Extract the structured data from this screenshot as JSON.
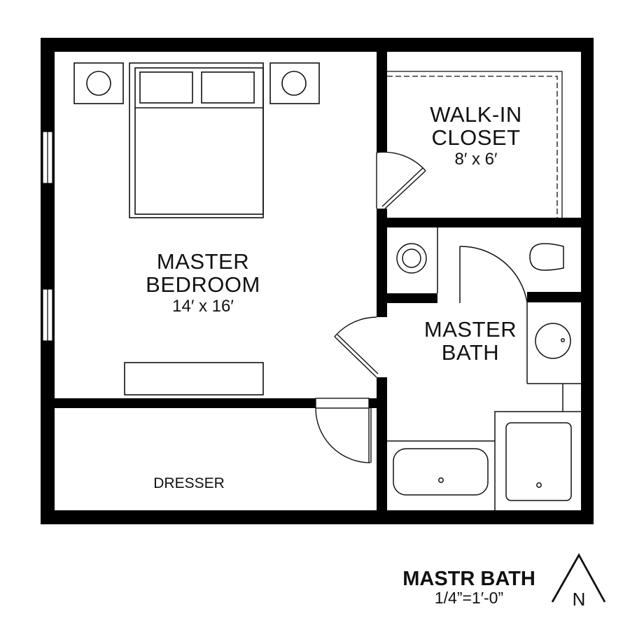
{
  "plan": {
    "wall_color": "#000000",
    "line_color": "#111111",
    "background": "#ffffff"
  },
  "rooms": {
    "master_bedroom": {
      "name_line1": "MASTER",
      "name_line2": "BEDROOM",
      "dimensions": "14′ x 16′"
    },
    "walk_in_closet": {
      "name_line1": "WALK-IN",
      "name_line2": "CLOSET",
      "dimensions": "8′ x 6′"
    },
    "master_bath": {
      "name_line1": "MASTER",
      "name_line2": "BATH"
    },
    "dresser_area": {
      "label": "DRESSER"
    }
  },
  "fixtures": [
    "bed",
    "nightstand-left",
    "nightstand-right",
    "bench",
    "dresser",
    "washer-drain",
    "toilet",
    "sink",
    "bathtub",
    "shower"
  ],
  "title_block": {
    "title": "MASTR BATH",
    "scale": "1/4”=1′-0”",
    "north_label": "N"
  }
}
